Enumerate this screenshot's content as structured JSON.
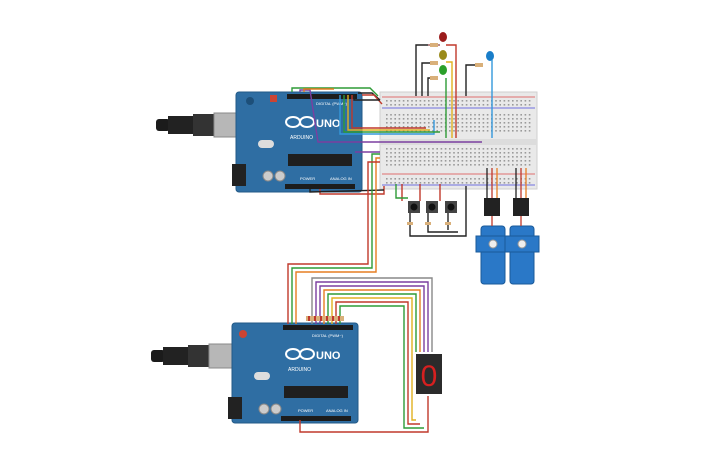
{
  "boards": [
    {
      "id": "board-top",
      "brand": "UNO",
      "maker": "ARDUINO",
      "label_digital": "DIGITAL (PWM~)",
      "label_power": "POWER",
      "label_analog": "ANALOG IN"
    },
    {
      "id": "board-bottom",
      "brand": "UNO",
      "maker": "ARDUINO",
      "label_digital": "DIGITAL (PWM~)",
      "label_power": "POWER",
      "label_analog": "ANALOG IN"
    }
  ],
  "components": {
    "leds": [
      "red",
      "yellow",
      "green",
      "blue"
    ],
    "pushbuttons": 3,
    "servos": 2,
    "seven_segment_digit": "0"
  },
  "colors": {
    "board": "#2f6ea3",
    "wire_black": "#222222",
    "wire_red": "#c0392b",
    "wire_green": "#2e9b37",
    "wire_yellow": "#e0b020",
    "wire_orange": "#e67e22",
    "wire_purple": "#7b3fa0",
    "wire_blue": "#3498db",
    "wire_brown": "#7a4a2a",
    "wire_gray": "#888888",
    "servo": "#2a78c7",
    "segment": "#d62020"
  }
}
